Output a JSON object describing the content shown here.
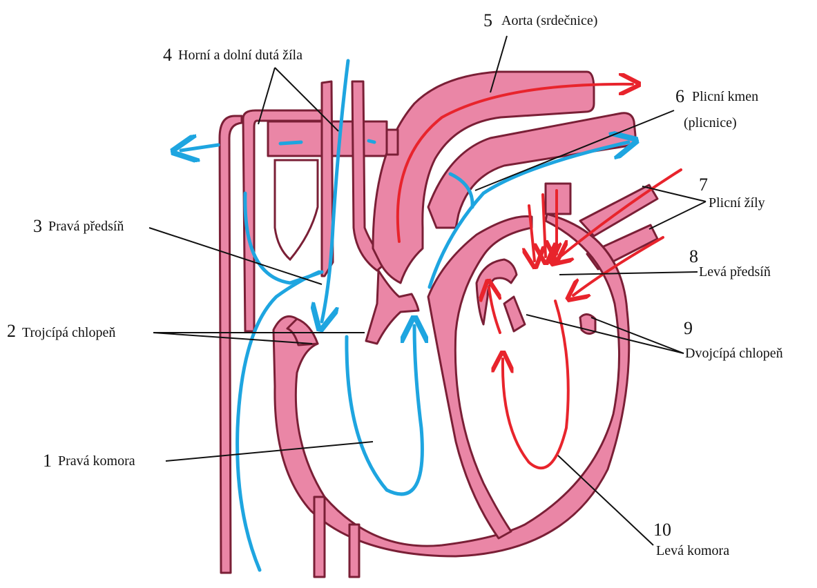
{
  "diagram": {
    "colors": {
      "wall": "#ea86a6",
      "outline": "#7a1f36",
      "deoxygenated_flow": "#1ea5e0",
      "oxygenated_flow": "#e8242c"
    },
    "labels": [
      {
        "id": "pravá-komora",
        "number": "1",
        "text": "Pravá komora"
      },
      {
        "id": "trojcipa-chlopen",
        "number": "2",
        "text": "Trojcípá chlopeň"
      },
      {
        "id": "prava-predsin",
        "number": "3",
        "text": "Pravá předsíň"
      },
      {
        "id": "duta-zila",
        "number": "4",
        "text": "Horní a dolní dutá žíla"
      },
      {
        "id": "aorta",
        "number": "5",
        "text": "Aorta (srdečnice)"
      },
      {
        "id": "plicni-kmen",
        "number": "6",
        "text": "Plicní kmen",
        "text2": "(plicnice)"
      },
      {
        "id": "plicni-zily",
        "number": "7",
        "text": "Plicní žíly"
      },
      {
        "id": "leva-predsin",
        "number": "8",
        "text": "Levá předsíň"
      },
      {
        "id": "dvojcipa-chlopen",
        "number": "9",
        "text": "Dvojcípá chlopeň"
      },
      {
        "id": "leva-komora",
        "number": "10",
        "text": "Levá komora"
      }
    ]
  }
}
